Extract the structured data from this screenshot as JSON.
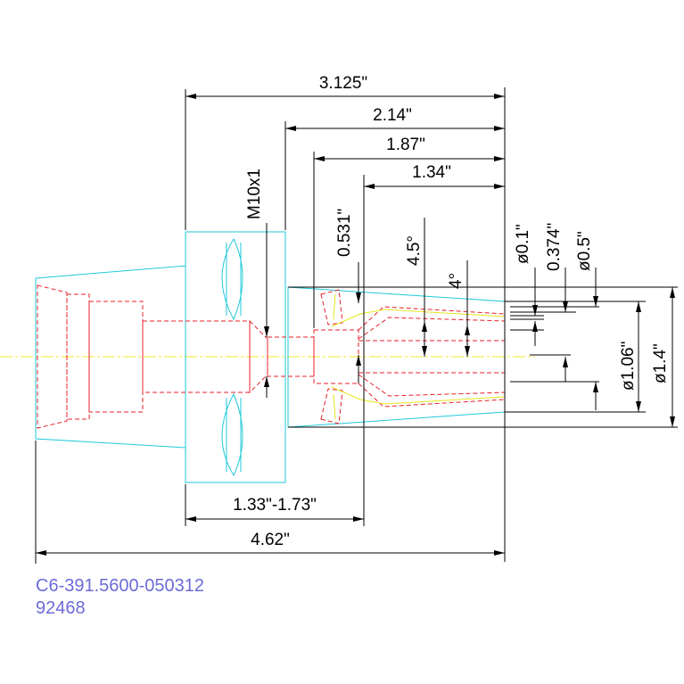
{
  "drawing": {
    "part_number": "C6-391.5600-050312",
    "item_number": "92468",
    "colors": {
      "dimension": "#000000",
      "hidden_line": "#e8202a",
      "outline": "#1ec8d8",
      "centerline": "#f0ea2a",
      "text_blue": "#6b6bd9"
    },
    "dimensions": {
      "overall_flange": "3.125\"",
      "length_a": "2.14\"",
      "length_b": "1.87\"",
      "length_c": "1.34\"",
      "thread": "M10x1",
      "bore_offset": "0.531\"",
      "angle_outer": "4.5°",
      "angle_inner": "4°",
      "dia_min": "ø0.1\"",
      "dia_mid": "0.374\"",
      "dia_max": "ø0.5\"",
      "dia_nose": "ø1.06\"",
      "dia_taper": "ø1.4\"",
      "adjust_range": "1.33\"-1.73\"",
      "overall_length": "4.62\""
    }
  }
}
